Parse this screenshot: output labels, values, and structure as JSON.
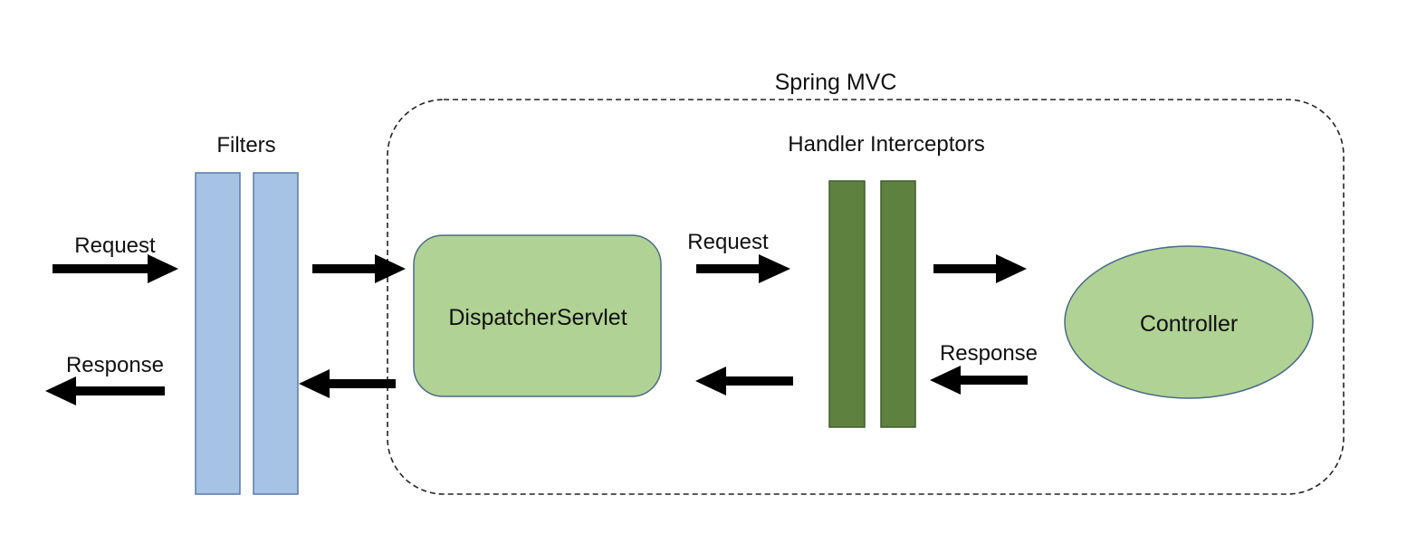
{
  "diagram": {
    "group_label": "Spring MVC",
    "filters_label": "Filters",
    "interceptors_label": "Handler Interceptors",
    "dispatcher_label": "DispatcherServlet",
    "controller_label": "Controller",
    "left_request_label": "Request",
    "left_response_label": "Response",
    "inner_request_label": "Request",
    "inner_response_label": "Response"
  },
  "colors": {
    "filter_fill": "#a6c3e5",
    "filter_stroke": "#5a7aa6",
    "interceptor_fill": "#5e8140",
    "interceptor_stroke": "#3f5d2c",
    "node_fill": "#b0d294",
    "node_stroke": "#4a6b86",
    "arrow": "#000000",
    "group_border": "#222222"
  }
}
